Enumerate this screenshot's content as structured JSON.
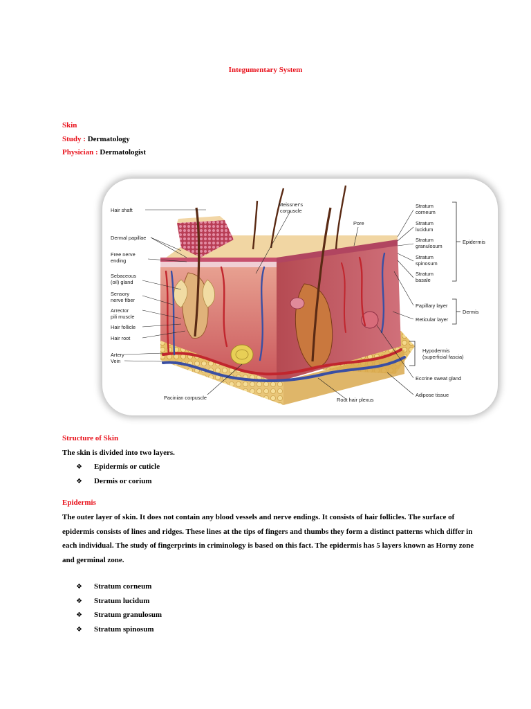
{
  "title": "Integumentary System",
  "skin": {
    "heading": "Skin",
    "study_label": "Study : ",
    "study_value": "Dermatology",
    "physician_label": "Physician : ",
    "physician_value": "Dermatologist"
  },
  "figure": {
    "left_labels": {
      "hair_shaft": "Hair shaft",
      "dermal_papillae": "Dermal papillae",
      "free_nerve_1": "Free nerve",
      "free_nerve_2": "ending",
      "sebaceous_1": "Sebaceous",
      "sebaceous_2": "(oil) gland",
      "sensory_1": "Sensory",
      "sensory_2": "nerve fiber",
      "arrector_1": "Arrector",
      "arrector_2": "pili muscle",
      "hair_follicle": "Hair follicle",
      "hair_root": "Hair root",
      "artery": "Artery",
      "vein": "Vein"
    },
    "top_labels": {
      "meissner_1": "Meissner's",
      "meissner_2": "corpuscle",
      "pore": "Pore"
    },
    "right_labels": {
      "corneum_1": "Stratum",
      "corneum_2": "corneum",
      "lucidum_1": "Stratum",
      "lucidum_2": "lucidum",
      "granulosum_1": "Stratum",
      "granulosum_2": "granulosum",
      "spinosum_1": "Stratum",
      "spinosum_2": "spinosum",
      "basale_1": "Stratum",
      "basale_2": "basale",
      "papillary": "Papillary layer",
      "reticular": "Reticular layer",
      "hypodermis_1": "Hypodermis",
      "hypodermis_2": "(superficial fascia)",
      "eccrine": "Eccrine sweat gland",
      "adipose": "Adipose tissue"
    },
    "bracket_labels": {
      "epidermis": "Epidermis",
      "dermis": "Dermis"
    },
    "bottom_labels": {
      "pacinian": "Pacinian corpuscle",
      "root_hair": "Root hair plexus"
    }
  },
  "structure": {
    "heading": "Structure of Skin",
    "intro": "The skin is divided into two layers.",
    "layers": [
      "Epidermis or cuticle",
      "Dermis or corium"
    ]
  },
  "epidermis": {
    "heading": "Epidermis",
    "paragraph": "The outer layer of skin. It does not contain any blood vessels and nerve endings. It consists of hair follicles. The surface of epidermis consists of lines and ridges. These lines at the tips of fingers and thumbs they form a distinct patterns which differ in each individual. The study of fingerprints in criminology is based on this fact. The epidermis has 5 layers known as Horny zone and germinal zone.",
    "layers": [
      "Stratum corneum",
      "Stratum lucidum",
      "Stratum granulosum",
      "Stratum spinosum"
    ]
  },
  "bullet_symbol": "❖",
  "colors": {
    "heading_red": "#e8101a",
    "text": "#000000"
  }
}
